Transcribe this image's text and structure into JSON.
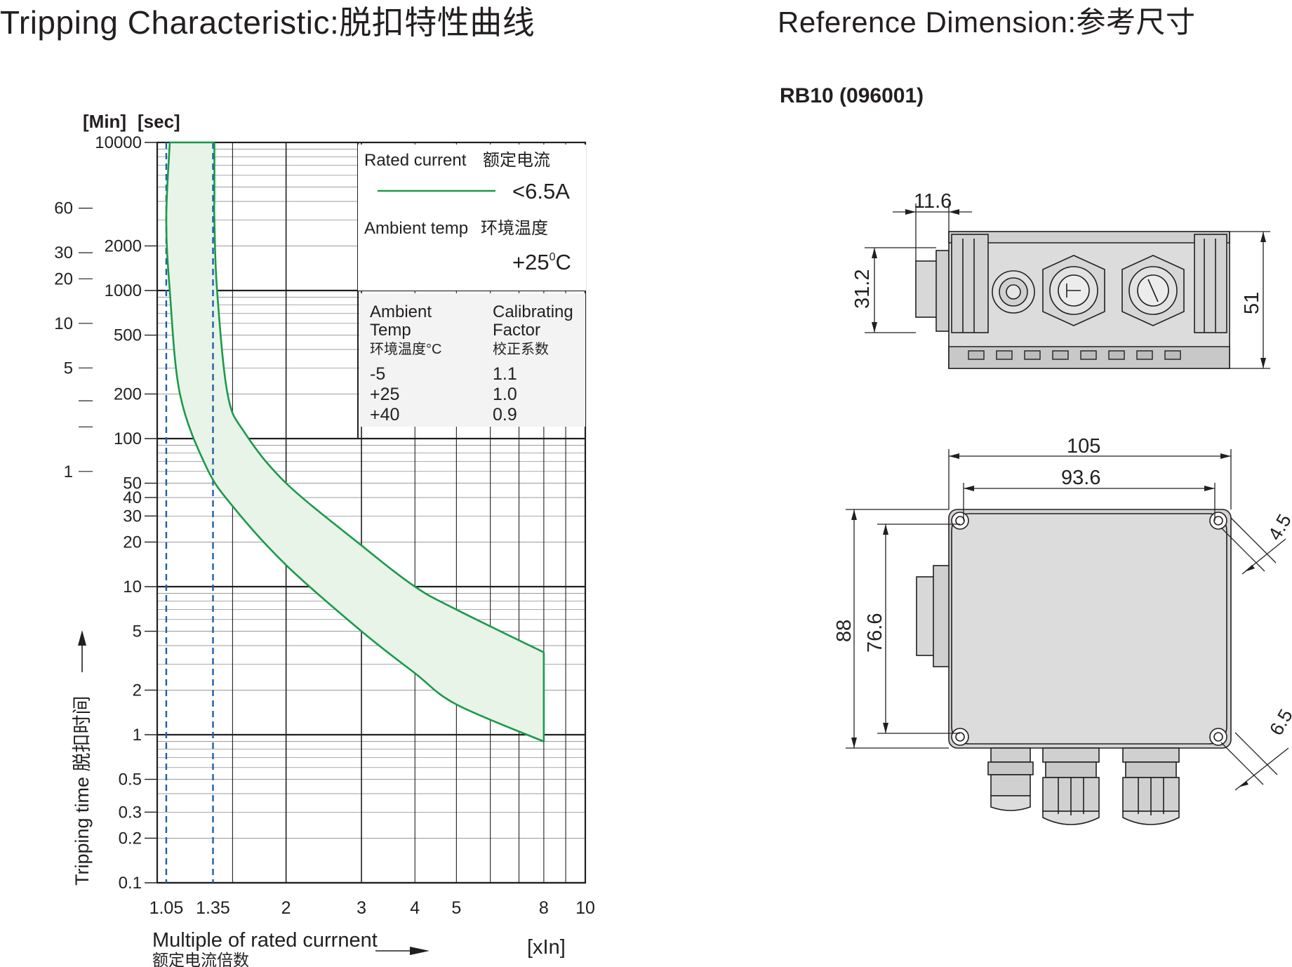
{
  "left_title": "Tripping Characteristic:脱扣特性曲线",
  "right_title": "Reference Dimension:参考尺寸",
  "model": "RB10 (096001)",
  "chart_data": {
    "type": "line",
    "x_scale": "log",
    "y_scale": "log",
    "xlim": [
      1,
      10
    ],
    "ylim": [
      0.1,
      10000
    ],
    "grid": true,
    "x_ticks": [
      {
        "v": 1.05,
        "label": "1.05"
      },
      {
        "v": 1.35,
        "label": "1.35"
      },
      {
        "v": 2,
        "label": "2"
      },
      {
        "v": 3,
        "label": "3"
      },
      {
        "v": 4,
        "label": "4"
      },
      {
        "v": 5,
        "label": "5"
      },
      {
        "v": 8,
        "label": "8"
      },
      {
        "v": 10,
        "label": "10"
      }
    ],
    "x_unit": "[xIn]",
    "xlabel": "Multiple of rated currnent",
    "xlabel_cn": "额定电流倍数",
    "y_unit_min": "[Min]",
    "y_unit_sec": "[sec]",
    "ylabel": "Tripping time 脱扣时间",
    "y_ticks_sec": [
      {
        "v": 10000,
        "label": "10000"
      },
      {
        "v": 2000,
        "label": "2000"
      },
      {
        "v": 1000,
        "label": "1000"
      },
      {
        "v": 500,
        "label": "500"
      },
      {
        "v": 200,
        "label": "200"
      },
      {
        "v": 100,
        "label": "100"
      },
      {
        "v": 50,
        "label": "50"
      },
      {
        "v": 40,
        "label": "40"
      },
      {
        "v": 30,
        "label": "30"
      },
      {
        "v": 20,
        "label": "20"
      },
      {
        "v": 10,
        "label": "10"
      },
      {
        "v": 5,
        "label": "5"
      },
      {
        "v": 2,
        "label": "2"
      },
      {
        "v": 1,
        "label": "1"
      },
      {
        "v": 0.5,
        "label": "0.5"
      },
      {
        "v": 0.3,
        "label": "0.3"
      },
      {
        "v": 0.2,
        "label": "0.2"
      },
      {
        "v": 0.1,
        "label": "0.1"
      }
    ],
    "y_ticks_min": [
      {
        "v": 60,
        "label": "60"
      },
      {
        "v": 30,
        "label": "30"
      },
      {
        "v": 20,
        "label": "20"
      },
      {
        "v": 10,
        "label": "10"
      },
      {
        "v": 5,
        "label": "5"
      },
      {
        "v": 3,
        "label": ""
      },
      {
        "v": 2,
        "label": ""
      },
      {
        "v": 1,
        "label": "1"
      }
    ],
    "band_upper": [
      {
        "x": 1.36,
        "y": 10000
      },
      {
        "x": 1.36,
        "y": 4500
      },
      {
        "x": 1.36,
        "y": 3000
      },
      {
        "x": 1.38,
        "y": 1000
      },
      {
        "x": 1.46,
        "y": 200
      },
      {
        "x": 1.6,
        "y": 110
      },
      {
        "x": 2,
        "y": 50
      },
      {
        "x": 3,
        "y": 19
      },
      {
        "x": 4,
        "y": 10
      },
      {
        "x": 5,
        "y": 7
      },
      {
        "x": 8,
        "y": 3.6
      }
    ],
    "band_lower": [
      {
        "x": 1.07,
        "y": 10000
      },
      {
        "x": 1.05,
        "y": 3000
      },
      {
        "x": 1.07,
        "y": 1000
      },
      {
        "x": 1.13,
        "y": 200
      },
      {
        "x": 1.3,
        "y": 65
      },
      {
        "x": 1.5,
        "y": 35
      },
      {
        "x": 2,
        "y": 14
      },
      {
        "x": 3,
        "y": 5
      },
      {
        "x": 4,
        "y": 2.6
      },
      {
        "x": 5,
        "y": 1.6
      },
      {
        "x": 8,
        "y": 0.9
      }
    ],
    "vlines": [
      1.05,
      1.35
    ],
    "line_color": "#1a9a4a",
    "band_fill": "#e8f4e8",
    "vline_color": "#1f5fa8",
    "legend": {
      "rated_current_label": "Rated  current",
      "rated_current_cn": "额定电流",
      "current_value": "<6.5A",
      "ambient_label": "Ambient  temp",
      "ambient_cn": "环境温度",
      "ambient_value": "+25",
      "ambient_sup": "0",
      "ambient_unit": "C"
    },
    "calibration_table": {
      "col1_header_1": "Ambient",
      "col1_header_2": "Temp",
      "col1_header_cn": "环境温度°C",
      "col2_header_1": "Calibrating",
      "col2_header_2": "Factor",
      "col2_header_cn": "校正系数",
      "rows": [
        {
          "temp": "-5",
          "factor": "1.1"
        },
        {
          "temp": "+25",
          "factor": "1.0"
        },
        {
          "temp": "+40",
          "factor": "0.9"
        }
      ],
      "value_color": "#e8102b"
    }
  },
  "dimensions": {
    "side_view": {
      "offset": "11.6",
      "height": "51",
      "inner_height": "31.2"
    },
    "top_view": {
      "width": "105",
      "hole_spacing_x": "93.6",
      "height": "88",
      "hole_spacing_y": "76.6",
      "hole_diameter": "4.5",
      "corner_diameter": "6.5"
    }
  }
}
